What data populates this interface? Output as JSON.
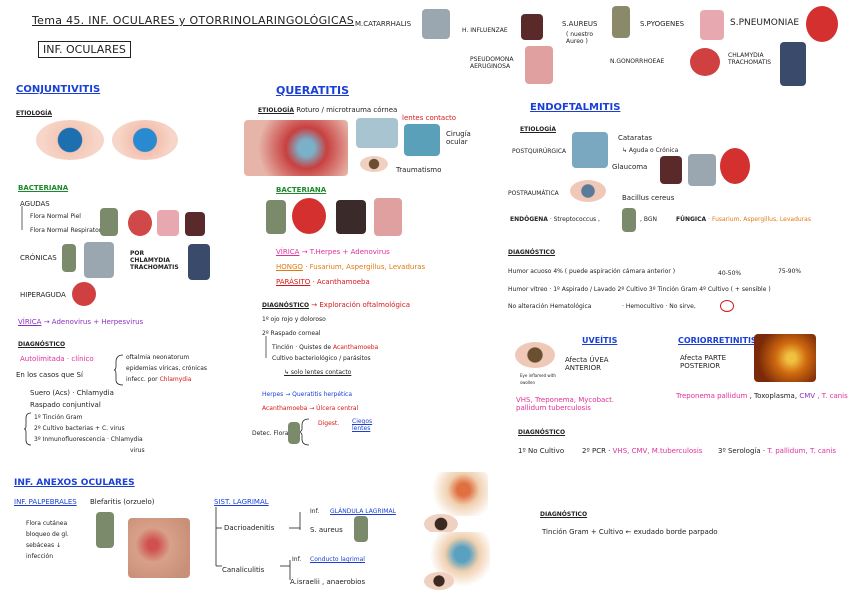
{
  "header": {
    "title": "Tema 45. INF. OCULARES y OTORRINOLARINGOLÓGICAS",
    "section": "INF. OCULARES"
  },
  "bacteria_row": {
    "m_catarrhalis": "M.CATARRHALIS",
    "h_influenzae": "H. INFLUENZAE",
    "s_aureus": "S.AUREUS",
    "s_aureus_note": "( nuestro Aureo )",
    "s_pyogenes": "S.PYOGENES",
    "s_pneumoniae": "S.PNEUMONIAE",
    "pseudomona": "PSEUDOMONA AERUGINOSA",
    "n_gonorrhoeae": "N.GONORRHOEAE",
    "chlamydia": "CHLAMYDIA TRACHOMATIS"
  },
  "conjuntivitis": {
    "title": "CONJUNTIVITIS",
    "etiologia": "ETIOLOGÍA",
    "bacteriana": "BACTERIANA",
    "agudas": "AGUDAS",
    "agudas_1": "Flora Normal Piel",
    "agudas_2": "Flora Normal Respiratoria",
    "cronicas": "CRÓNICAS",
    "por_chlamydia": "POR CHLAMYDIA TRACHOMATIS",
    "hiperaguda": "HIPERAGUDA",
    "virica": "VÍRICA",
    "virica_text": "→ Adenovirus + Herpesvirus",
    "diagnostico": "DIAGNÓSTICO",
    "autolimitada": "Autolimitada · clínico",
    "casos_que_si": "En los casos que Sí",
    "casos_1": "oftalmia neonatorum",
    "casos_2": "epidemias víricas, crónicas",
    "casos_3": "infecc. por",
    "casos_3b": "Chlamydia",
    "suero": "Suero (Acs) · Chlamydia",
    "raspado": "Raspado conjuntival",
    "r1": "1º Tinción Gram",
    "r2": "2º Cultivo bacterias + C. virus",
    "r3": "3º Inmunofluorescencia · Chlamydia",
    "r3b": "virus"
  },
  "queratitis": {
    "title": "QUERATITIS",
    "etiologia": "ETIOLOGÍA",
    "etiologia_text": "Roturo / microtrauma córnea",
    "lentes": "lentes contacto",
    "cirugia": "Cirugía ocular",
    "traumatismo": "Traumatismo",
    "bacteriana": "BACTERIANA",
    "virica": "VÍRICA",
    "virica_text": "→ T.Herpes + Adenovirus",
    "hongo": "HONGO",
    "hongo_text": "· Fusarium, Aspergillus, Levaduras",
    "parasito": "PARÁSITO",
    "parasito_text": "· Acanthamoeba",
    "diagnostico": "DIAGNÓSTICO",
    "diag_arrow": "→ Exploración oftalmológica",
    "d1": "1º ojo rojo y doloroso",
    "d2": "2º Raspado corneal",
    "d2a": "Tinción · Quistes de",
    "d2a_red": "Acanthamoeba",
    "d2b": "Cultivo bacteriológico / parásitos",
    "d2c": "↳ solo lentes contacto",
    "herpes": "Herpes → Queratitis herpética",
    "acanth": "Acanthamoeba → Úlcera central",
    "detec": "Detec. Flora",
    "digest": "Digest.",
    "ciegos": "Ciegos lentes"
  },
  "endoftalmitis": {
    "title": "ENDOFTALMITIS",
    "etiologia": "ETIOLOGÍA",
    "postquirurgica": "POSTQUIRÚRGICA",
    "cataratas": "Cataratas",
    "aguda_cronica": "↳ Aguda o Crónica",
    "glaucoma": "Glaucoma",
    "postraumatica": "POSTRAUMÁTICA",
    "bacillus": "Bacillus cereus",
    "endogena": "ENDÓGENA",
    "endogena_text": "· Streptococcus ,",
    "bgn": ", BGN",
    "fungica": "FÚNGICA",
    "fungica_text": "· Fusarium, Aspergillus, Levaduras",
    "diagnostico": "DIAGNÓSTICO",
    "humor_acuoso": "Humor acuoso 4% ( puede aspiración cámara anterior )",
    "pct1": "40-50%",
    "pct2": "75-90%",
    "humor_vitreo": "Humor vítreo · 1º Aspirado / Lavado  2º Cultivo  3º Tinción Gram  4º Cultivo ( + sensible )",
    "no_alteracion": "No alteración Hematológica",
    "hemocultivo": "· Hemocultivo · No sirve,"
  },
  "uveitis": {
    "title": "UVEÍTIS",
    "afecta": "Afecta ÚVEA ANTERIOR",
    "eye_caption": "Eye inflamed with swollen",
    "agents": "VHS, Treponema, Mycobact. pallidum  tuberculosis"
  },
  "coriorretinitis": {
    "title": "CORIORRETINITIS",
    "afecta": "Afecta PARTE POSTERIOR",
    "agents_pink": "Treponema pallidum",
    "agents_dark": ", Toxoplasma,",
    "cmv": "CMV",
    "tcanis": ", T. canis"
  },
  "diag_uveitis": {
    "title": "DIAGNÓSTICO",
    "d1": "1º No Cultivo",
    "d2": "2º PCR ·",
    "d2_pink": "VHS, CMV, M.tuberculosis",
    "d3": "3º Serología ·",
    "d3_pink": "T. pallidum, T. canis"
  },
  "anexos": {
    "title": "INF. ANEXOS OCULARES",
    "palpebrales": "INF. PALPEBRALES",
    "blefaritis": "Blefaritis (orzuelo)",
    "flora": "Flora cutánea bloqueo de gl. sebáceas ↓ infección",
    "lagrimal": "SIST. LAGRIMAL",
    "dacrio": "Dacrioadenitis",
    "inf": "Inf.",
    "glandula": "GLÁNDULA LAGRIMAL",
    "saureus": "S. aureus",
    "canaliculitis": "Canaliculitis",
    "conducto": "Conducto lagrimal",
    "israelii": "A.israelii , anaerobios",
    "diag_title": "DIAGNÓSTICO",
    "diag_text": "Tinción Gram + Cultivo ←  exudado borde parpado"
  }
}
